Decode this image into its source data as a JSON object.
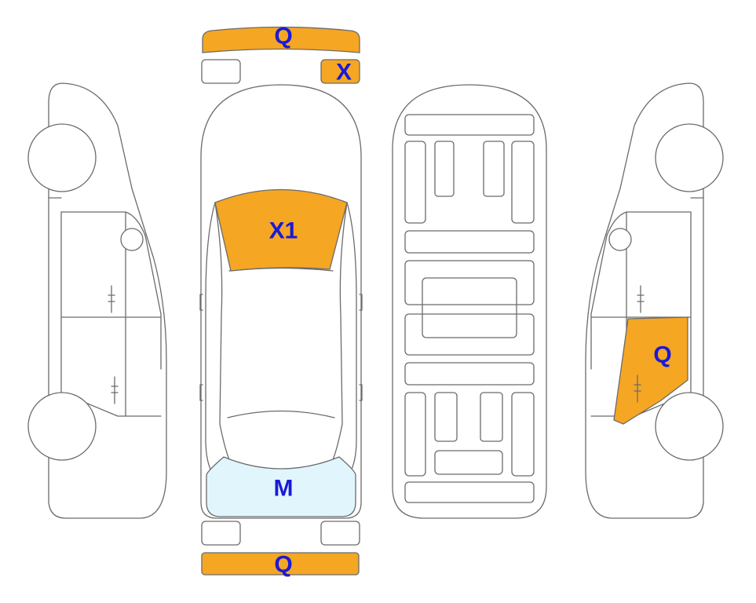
{
  "colors": {
    "damage_fill": "#f5a623",
    "light_fill": "#e1f5fc",
    "label_text": "#1a1ad6",
    "outline": "#6b6b6b"
  },
  "parts": {
    "front_bumper": {
      "code": "Q",
      "fill": "damage_fill"
    },
    "right_headlight": {
      "code": "X",
      "fill": "damage_fill"
    },
    "left_headlight": {
      "code": "",
      "fill": "none"
    },
    "windshield": {
      "code": "X1",
      "fill": "damage_fill"
    },
    "rear_window": {
      "code": "M",
      "fill": "light_fill"
    },
    "left_taillight": {
      "code": "",
      "fill": "none"
    },
    "right_taillight": {
      "code": "",
      "fill": "none"
    },
    "rear_bumper": {
      "code": "Q",
      "fill": "damage_fill"
    },
    "right_rear_door": {
      "code": "Q",
      "fill": "damage_fill"
    }
  }
}
